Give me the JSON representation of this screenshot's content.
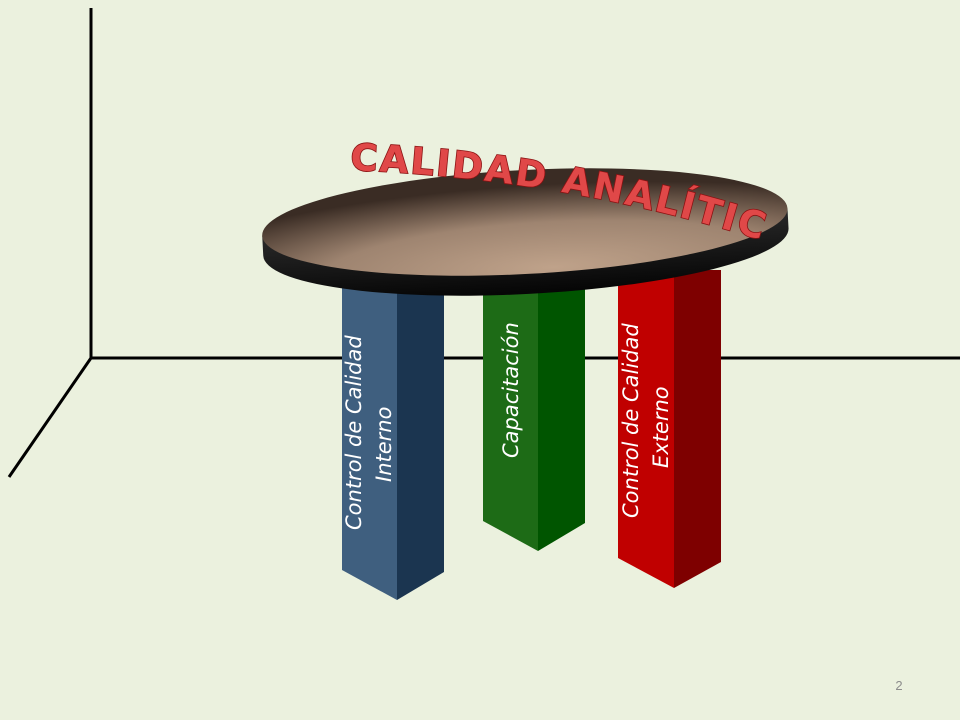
{
  "title": "CALIDAD ANALÍTICA",
  "pillars": [
    {
      "lines": [
        "Control de Calidad",
        "Interno"
      ],
      "front_color": "#3f5f7f",
      "side_color": "#1b3550"
    },
    {
      "lines": [
        "Capacitación"
      ],
      "front_color": "#1d6b16",
      "side_color": "#005500"
    },
    {
      "lines": [
        "Control de Calidad",
        "Externo"
      ],
      "front_color": "#c00000",
      "side_color": "#7e0000"
    }
  ],
  "tabletop": {
    "top_color": "#a58a74",
    "edge_color": "#111111"
  },
  "title_color": "#e04848",
  "background_color": "#ebf1de",
  "slide_number": "2"
}
